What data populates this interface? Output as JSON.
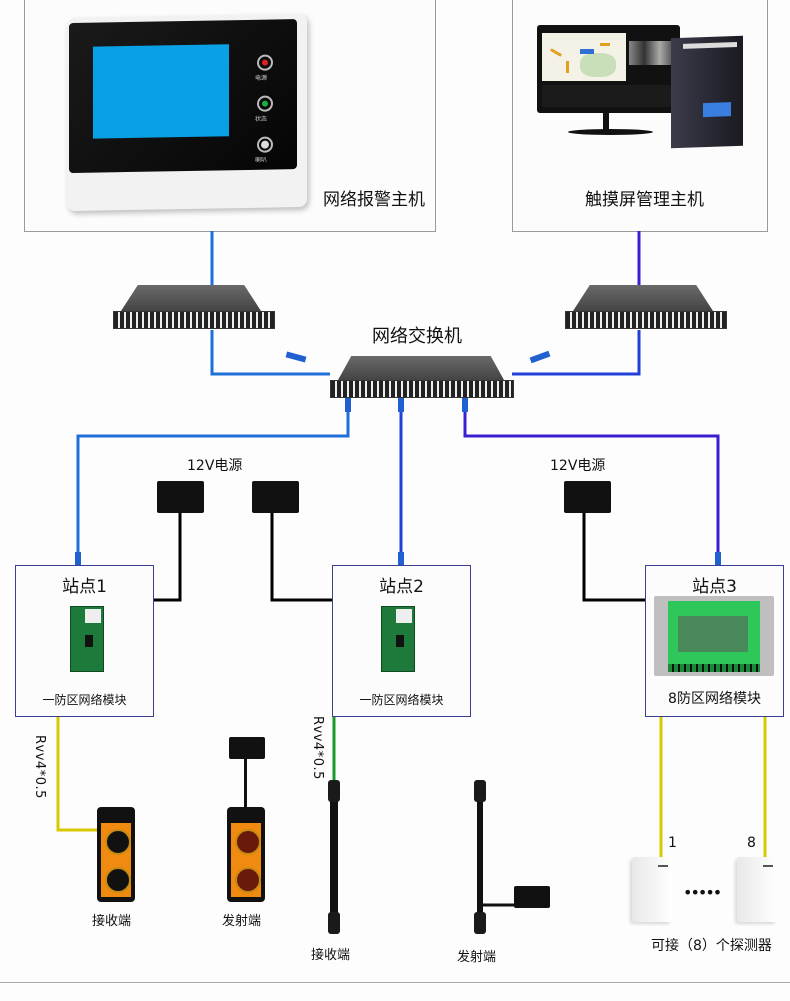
{
  "devices": {
    "alarm_host": {
      "label": "网络报警主机",
      "leds": [
        {
          "label": "电源",
          "color": "#e02020"
        },
        {
          "label": "状态",
          "color": "#18b040"
        },
        {
          "label": "喇叭",
          "color": "#dddddd"
        }
      ],
      "screen_color": "#0aa0e6"
    },
    "touch_host": {
      "label": "触摸屏管理主机"
    },
    "switch": {
      "label": "网络交换机"
    }
  },
  "power": {
    "label": "12V电源"
  },
  "stations": [
    {
      "title": "站点1",
      "module": "一防区网络模块"
    },
    {
      "title": "站点2",
      "module": "一防区网络模块"
    },
    {
      "title": "站点3",
      "module": "8防区网络模块"
    }
  ],
  "cables": {
    "left": "Rvv4*0.5",
    "middle": "Rvv4*0.5"
  },
  "endpoints": {
    "beam1_rx": "接收端",
    "beam1_tx": "发射端",
    "beam2_rx": "接收端",
    "beam2_tx": "发射端",
    "detector_first": "1",
    "detector_last": "8",
    "detectors_caption": "可接（8）个探测器",
    "dots": "•••••"
  },
  "colors": {
    "wire_light_blue": "#1e6fd9",
    "wire_blue": "#2040d8",
    "wire_violet": "#3a1fd0",
    "wire_yellow": "#d8c800",
    "wire_green": "#1a9a2a",
    "panel_border": "#3b3f8f"
  }
}
